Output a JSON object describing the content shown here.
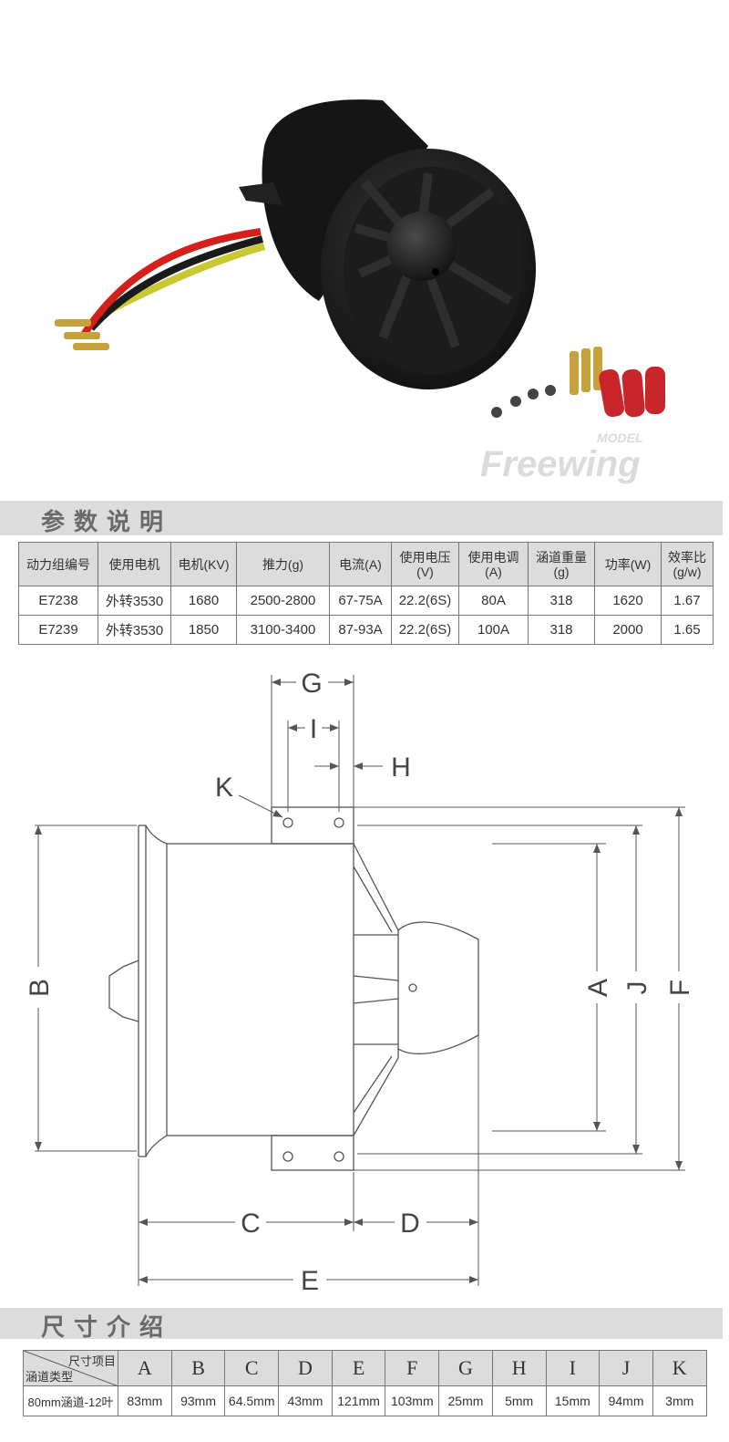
{
  "photo": {
    "watermark_brand": "Freewing",
    "watermark_sub": "MODEL"
  },
  "specs": {
    "title": "参数说明",
    "headers": [
      "动力组编号",
      "使用电机",
      "电机(KV)",
      "推力(g)",
      "电流(A)",
      "使用电压(V)",
      "使用电调(A)",
      "涵道重量(g)",
      "功率(W)",
      "效率比(g/w)"
    ],
    "header_lines": [
      [
        "动力组编号"
      ],
      [
        "使用电机"
      ],
      [
        "电机(KV)"
      ],
      [
        "推力(g)"
      ],
      [
        "电流(A)"
      ],
      [
        "使用电压",
        "(V)"
      ],
      [
        "使用电调",
        "(A)"
      ],
      [
        "涵道重量",
        "(g)"
      ],
      [
        "功率(W)"
      ],
      [
        "效率比",
        "(g/w)"
      ]
    ],
    "rows": [
      [
        "E7238",
        "外转3530",
        "1680",
        "2500-2800",
        "67-75A",
        "22.2(6S)",
        "80A",
        "318",
        "1620",
        "1.67"
      ],
      [
        "E7239",
        "外转3530",
        "1850",
        "3100-3400",
        "87-93A",
        "22.2(6S)",
        "100A",
        "318",
        "2000",
        "1.65"
      ]
    ]
  },
  "diagram": {
    "labels": {
      "A": "A",
      "B": "B",
      "C": "C",
      "D": "D",
      "E": "E",
      "F": "F",
      "G": "G",
      "H": "H",
      "I": "I",
      "J": "J",
      "K": "K"
    }
  },
  "dimensions": {
    "title": "尺寸介绍",
    "corner_top": "尺寸项目",
    "corner_bottom": "涵道类型",
    "headers": [
      "A",
      "B",
      "C",
      "D",
      "E",
      "F",
      "G",
      "H",
      "I",
      "J",
      "K"
    ],
    "row_label": "80mm涵道-12叶",
    "values": [
      "83mm",
      "93mm",
      "64.5mm",
      "43mm",
      "121mm",
      "103mm",
      "25mm",
      "5mm",
      "15mm",
      "94mm",
      "3mm"
    ]
  }
}
